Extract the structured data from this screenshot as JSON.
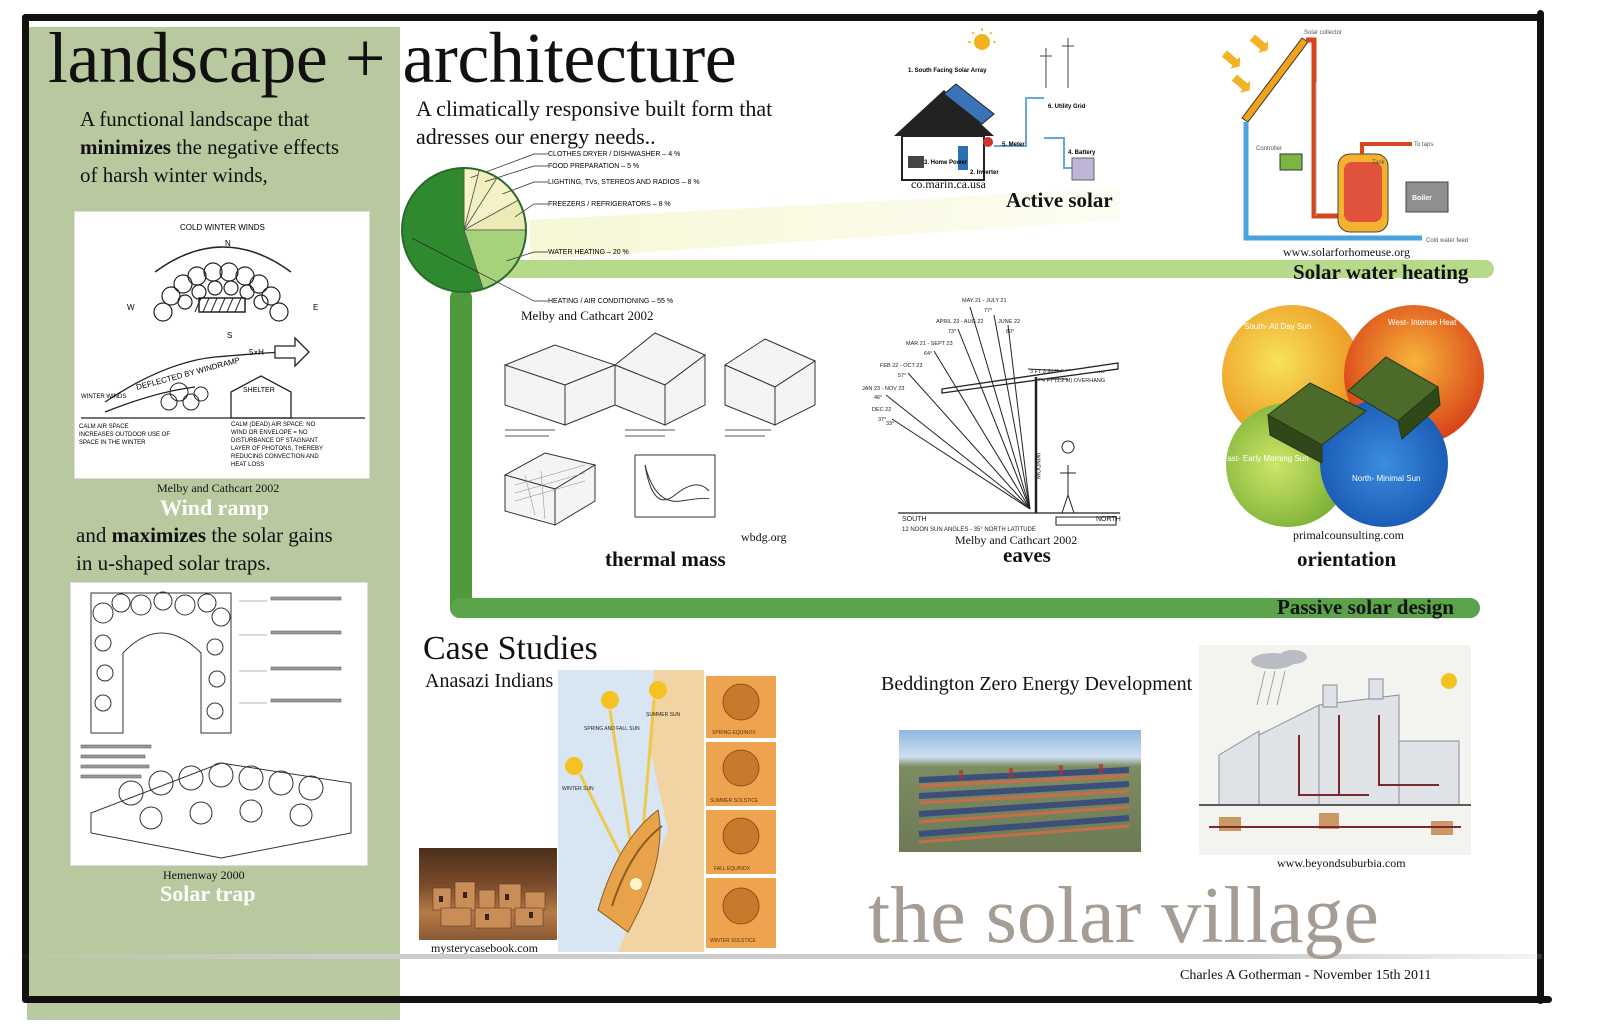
{
  "header": {
    "title": "landscape + architecture",
    "subtitle_line1": "A climatically responsive built form that",
    "subtitle_line2": "adresses our energy needs.."
  },
  "left": {
    "intro_1": "A functional landscape that",
    "intro_2_bold": "minimizes",
    "intro_2_rest": " the negative effects",
    "intro_3": "of harsh winter winds,",
    "wind_credit": "Melby and Cathcart 2002",
    "wind_label": "Wind ramp",
    "mid_1_pre": "and ",
    "mid_1_bold": "maximizes",
    "mid_1_rest": " the solar gains",
    "mid_2": "in u-shaped solar traps.",
    "trap_credit": "Hemenway 2000",
    "trap_label": "Solar trap",
    "wind_sketch": {
      "top": "COLD WINTER WINDS",
      "n": "N",
      "w": "W",
      "e": "E",
      "s": "S",
      "ramp": "DEFLECTED BY WINDRAMP",
      "ramp_h": "5×H",
      "shelter": "SHELTER",
      "winter": "WINTER WINDS",
      "calm1": "CALM AIR SPACE",
      "calm2": "INCREASES OUTDOOR USE OF",
      "calm3": "SPACE IN THE WINTER",
      "calm_r1": "CALM (DEAD) AIR SPACE: NO",
      "calm_r2": "WIND OR ENVELOPE = NO",
      "calm_r3": "DISTURBANCE OF STAGNANT",
      "calm_r4": "LAYER OF PHOTONS, THEREBY",
      "calm_r5": "REDUCING CONVECTION AND",
      "calm_r6": "HEAT LOSS"
    }
  },
  "pie": {
    "credit": "Melby and Cathcart 2002",
    "items": [
      {
        "label": "CLOTHES DRYER / DISHWASHER – 4 %",
        "value": 4
      },
      {
        "label": "FOOD PREPARATION – 5 %",
        "value": 5
      },
      {
        "label": "LIGHTING, TVs, STEREOS AND RADIOS – 8 %",
        "value": 8
      },
      {
        "label": "FREEZERS / REFRIGERATORS – 8 %",
        "value": 8
      },
      {
        "label": "WATER HEATING – 20 %",
        "value": 20
      },
      {
        "label": "HEATING / AIR CONDITIONING – 55 %",
        "value": 55
      }
    ]
  },
  "active_solar": {
    "label": "Active solar",
    "credit": "co.marin.ca.usa",
    "parts": [
      "1. South Facing Solar Array",
      "2. Inverter",
      "3. Home Power",
      "4. Battery",
      "5. Meter",
      "6. Utility Grid"
    ]
  },
  "solar_water": {
    "label": "Solar water heating",
    "credit": "www.solarforhomeuse.org",
    "parts": {
      "collector": "Solar collector",
      "controller": "Controller",
      "tank": "Tank",
      "boiler": "Boiler",
      "taps": "To taps",
      "cold": "Cold water feed"
    }
  },
  "thermal": {
    "label": "thermal mass",
    "credit": "wbdg.org"
  },
  "eaves": {
    "label": "eaves",
    "credit": "Melby and Cathcart 2002",
    "dates": [
      "MAY 21 - JULY 21",
      "APRIL 23 - AUG 22",
      "JUNE 22",
      "MAR 21 - SEPT 23",
      "FEB 22 - OCT 23",
      "JAN 23 - NOV 23",
      "DEC 22"
    ],
    "angles": [
      "77°",
      "73°",
      "80°",
      "64°",
      "57°",
      "46°",
      "37°",
      "33°"
    ],
    "over1": "3 FT 3 IN (1.2 M) OVERHANG",
    "over2": "4 FT (1.2 M) OVERHANG",
    "south": "SOUTH",
    "north": "NORTH",
    "noon": "12 NOON SUN ANGLES - 35° NORTH LATITUDE",
    "window": "WINDOW"
  },
  "orientation": {
    "label": "orientation",
    "credit": "primalcounsulting.com",
    "south": "South- All Day Sun",
    "west": "West- Intense Heat",
    "east": "East- Early Morning Sun",
    "north": "North- Minimal Sun"
  },
  "passive": {
    "label": "Passive solar design"
  },
  "case": {
    "title": "Case Studies",
    "anasazi": "Anasazi Indians",
    "anasazi_credit": "mysterycasebook.com",
    "seasons": [
      "SPRING EQUINOX",
      "SUMMER SOLSTICE",
      "FALL EQUINOX",
      "WINTER SOLSTICE"
    ],
    "sun_labels": {
      "winter": "WINTER SUN",
      "spring": "SPRING AND FALL SUN",
      "summer": "SUMMER SUN"
    },
    "bedz": "Beddington Zero Energy Development",
    "bedz_credit": "www.beyondsuburbia.com"
  },
  "footer": {
    "village": "the solar village",
    "author": "Charles A Gotherman - November 15th 2011"
  },
  "colors": {
    "panel": "#b9c99f",
    "band": "#b7d98a",
    "pipe": "#4f9a3a",
    "village": "#a59c94"
  }
}
